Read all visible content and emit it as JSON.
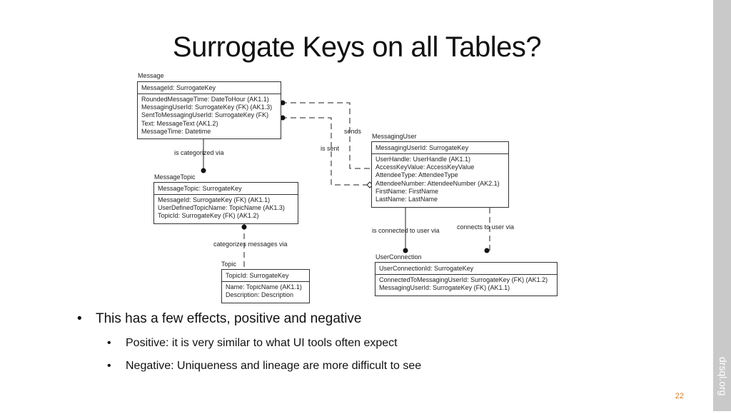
{
  "slide": {
    "title": "Surrogate Keys on all Tables?",
    "side_label": "drsql.org",
    "page_number": "22"
  },
  "diagram": {
    "entities": {
      "message": {
        "name": "Message",
        "key": "MessageId: SurrogateKey",
        "attributes": [
          "RoundedMessageTime: DateToHour (AK1.1)",
          "MessagingUserId: SurrogateKey (FK) (AK1.3)",
          "SentToMessagingUserId: SurrogateKey (FK)",
          "Text: MessageText (AK1.2)",
          "MessageTime: Datetime"
        ]
      },
      "messaging_user": {
        "name": "MessagingUser",
        "key": "MessagingUserId: SurrogateKey",
        "attributes": [
          "UserHandle: UserHandle (AK1.1)",
          "AccessKeyValue: AccessKeyValue",
          "AttendeeType: AttendeeType",
          "AttendeeNumber: AttendeeNumber (AK2.1)",
          "FirstName: FirstName",
          "LastName: LastName"
        ]
      },
      "message_topic": {
        "name": "MessageTopic",
        "key": "MessageTopic: SurrogateKey",
        "attributes": [
          "MessageId: SurrogateKey (FK) (AK1.1)",
          "UserDefinedTopicName: TopicName (AK1.3)",
          "TopicId: SurrogateKey (FK) (AK1.2)"
        ]
      },
      "topic": {
        "name": "Topic",
        "key": "TopicId: SurrogateKey",
        "attributes": [
          "Name: TopicName (AK1.1)",
          "Description: Description"
        ]
      },
      "user_connection": {
        "name": "UserConnection",
        "key": "UserConnectionId: SurrogateKey",
        "attributes": [
          "ConnectedToMessagingUserId: SurrogateKey (FK) (AK1.2)",
          "MessagingUserId: SurrogateKey (FK) (AK1.1)"
        ]
      }
    },
    "relationships": {
      "sends": "sends",
      "is_sent": "is sent",
      "is_categorized_via": "is categorized via",
      "categorizes_messages_via": "categorizes messages via",
      "is_connected_to_user_via": "is connected to user via",
      "connects_to_user_via": "connects to user via"
    }
  },
  "bullets": {
    "main": "This has a few effects, positive and negative",
    "sub": [
      "Positive: it is very similar to what UI tools often expect",
      "Negative: Uniqueness and lineage are more difficult to see"
    ],
    "marker": "•"
  }
}
